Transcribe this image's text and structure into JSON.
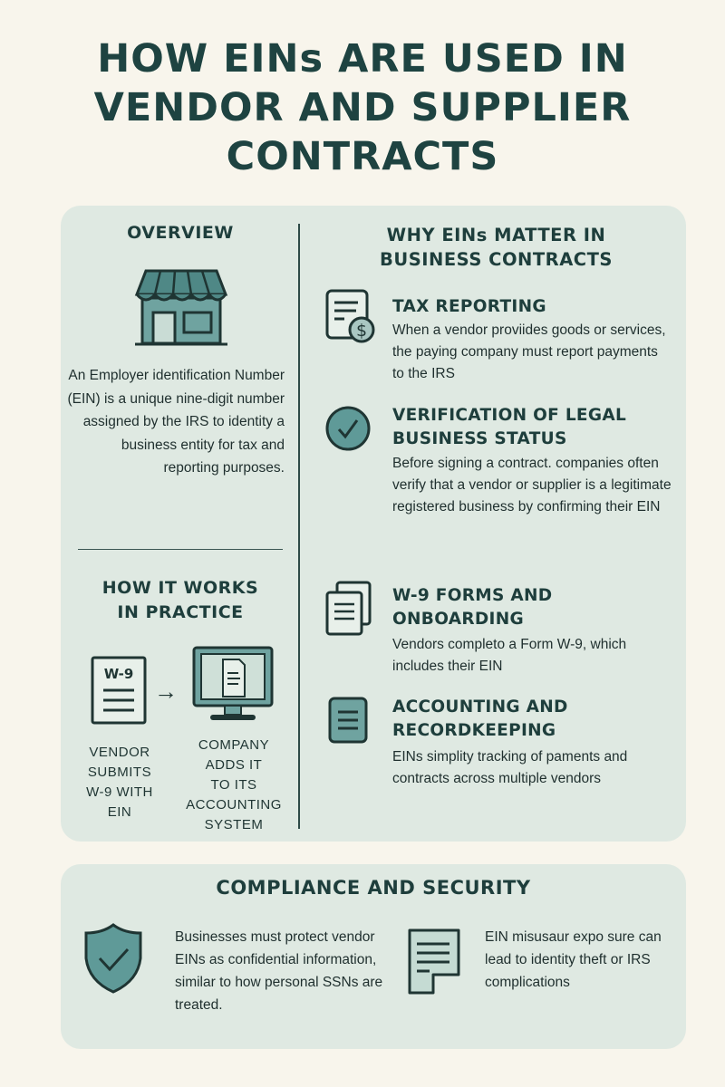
{
  "title": {
    "lines": [
      "HOW EINs ARE USED IN",
      "VENDOR AND SUPPLIER",
      "CONTRACTS"
    ]
  },
  "overview": {
    "heading": "OVERVIEW",
    "icon": "storefront-icon",
    "text": "An Employer identification Number (EIN) is a unique nine-digit number assigned by the IRS to identity a business entity for tax and reporting purposes."
  },
  "how_it_works": {
    "heading_lines": [
      "HOW IT WORKS",
      "IN PRACTICE"
    ],
    "steps": [
      {
        "icon": "w9-form-icon",
        "icon_text": "W-9",
        "label_lines": [
          "VENDOR",
          "SUBMITS",
          "W-9 WITH",
          "EIN"
        ]
      },
      {
        "icon": "computer-monitor-icon",
        "label_lines": [
          "COMPANY",
          "ADDS IT",
          "TO ITS",
          "ACCOUNTING",
          "SYSTEM"
        ]
      }
    ],
    "arrow": "→"
  },
  "why_matter": {
    "heading_lines": [
      "WHY EINs MATTER IN",
      "BUSINESS CONTRACTS"
    ],
    "items": [
      {
        "icon": "tax-document-dollar-icon",
        "title_lines": [
          "TAX REPORTING"
        ],
        "text": "When a vendor proviides goods or services, the paying company must report payments to the IRS"
      },
      {
        "icon": "check-circle-icon",
        "title_lines": [
          "VERIFICATION OF LEGAL",
          "BUSINESS STATUS"
        ],
        "text": "Before signing a contract. companies often verify that a vendor or supplier is a legitimate registered business by confirming their EIN"
      },
      {
        "icon": "stacked-documents-icon",
        "title_lines": [
          "W-9 FORMS AND",
          "ONBOARDING"
        ],
        "text": "Vendors completo a Form W-9, which includes their EIN"
      },
      {
        "icon": "ledger-icon",
        "title_lines": [
          "ACCOUNTING AND",
          "RECORDKEEPING"
        ],
        "text": "EINs simplity tracking of paments and contracts across multiple vendors"
      }
    ]
  },
  "compliance": {
    "heading": "COMPLIANCE AND SECURITY",
    "items": [
      {
        "icon": "shield-check-icon",
        "text": "Businesses must protect vendor EINs as confidential information, similar to how personal SSNs are treated."
      },
      {
        "icon": "document-icon",
        "text": "EIN misusaur expo sure can lead to identity theft or IRS complications"
      }
    ]
  },
  "colors": {
    "background": "#f8f5ec",
    "card": "#dfe9e2",
    "heading": "#1e4341",
    "accent_teal": "#5f9a98",
    "stroke": "#1f3533"
  }
}
